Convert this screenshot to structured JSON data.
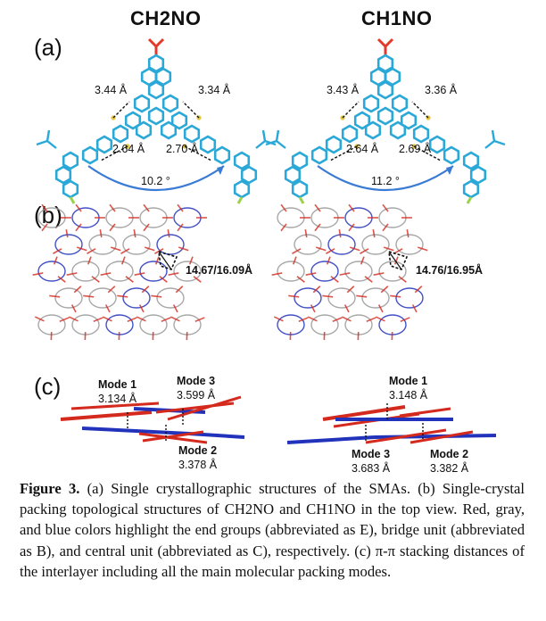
{
  "columns": {
    "left": "CH2NO",
    "right": "CH1NO"
  },
  "panels": {
    "a": "(a)",
    "b": "(b)",
    "c": "(c)"
  },
  "panel_a": {
    "left": {
      "d_top_left": "3.44 Å",
      "d_top_right": "3.34 Å",
      "d_bottom_left": "2.64 Å",
      "d_bottom_right": "2.70 Å",
      "angle": "10.2 °"
    },
    "right": {
      "d_top_left": "3.43 Å",
      "d_top_right": "3.36 Å",
      "d_bottom_left": "2.64 Å",
      "d_bottom_right": "2.69 Å",
      "angle": "11.2 °"
    }
  },
  "panel_b": {
    "left_dim": "14.67/16.09Å",
    "right_dim": "14.76/16.95Å"
  },
  "panel_c": {
    "left": {
      "mode1": "Mode 1",
      "mode1_val": "3.134 Å",
      "mode2": "Mode 2",
      "mode2_val": "3.378 Å",
      "mode3": "Mode 3",
      "mode3_val": "3.599 Å"
    },
    "right": {
      "mode1": "Mode 1",
      "mode1_val": "3.148 Å",
      "mode2": "Mode 2",
      "mode2_val": "3.382 Å",
      "mode3": "Mode 3",
      "mode3_val": "3.683 Å"
    }
  },
  "caption": {
    "label": "Figure 3.",
    "text": " (a) Single crystallographic structures of the SMAs. (b) Single-crystal packing topological structures of CH2NO and CH1NO in the top view. Red, gray, and blue colors highlight the end groups (abbreviated as E), bridge unit (abbreviated as B), and central unit (abbreviated as C), respectively. (c) π-π stacking distances of the interlayer including all the main molecular packing modes."
  },
  "colors": {
    "molecule": "#2aa8d8",
    "end_group": "#d42a1e",
    "bridge": "#999999",
    "central": "#2233bb",
    "sulfur": "#e6c640",
    "fluorine": "#9ad24a",
    "oxygen": "#e23a2a"
  }
}
